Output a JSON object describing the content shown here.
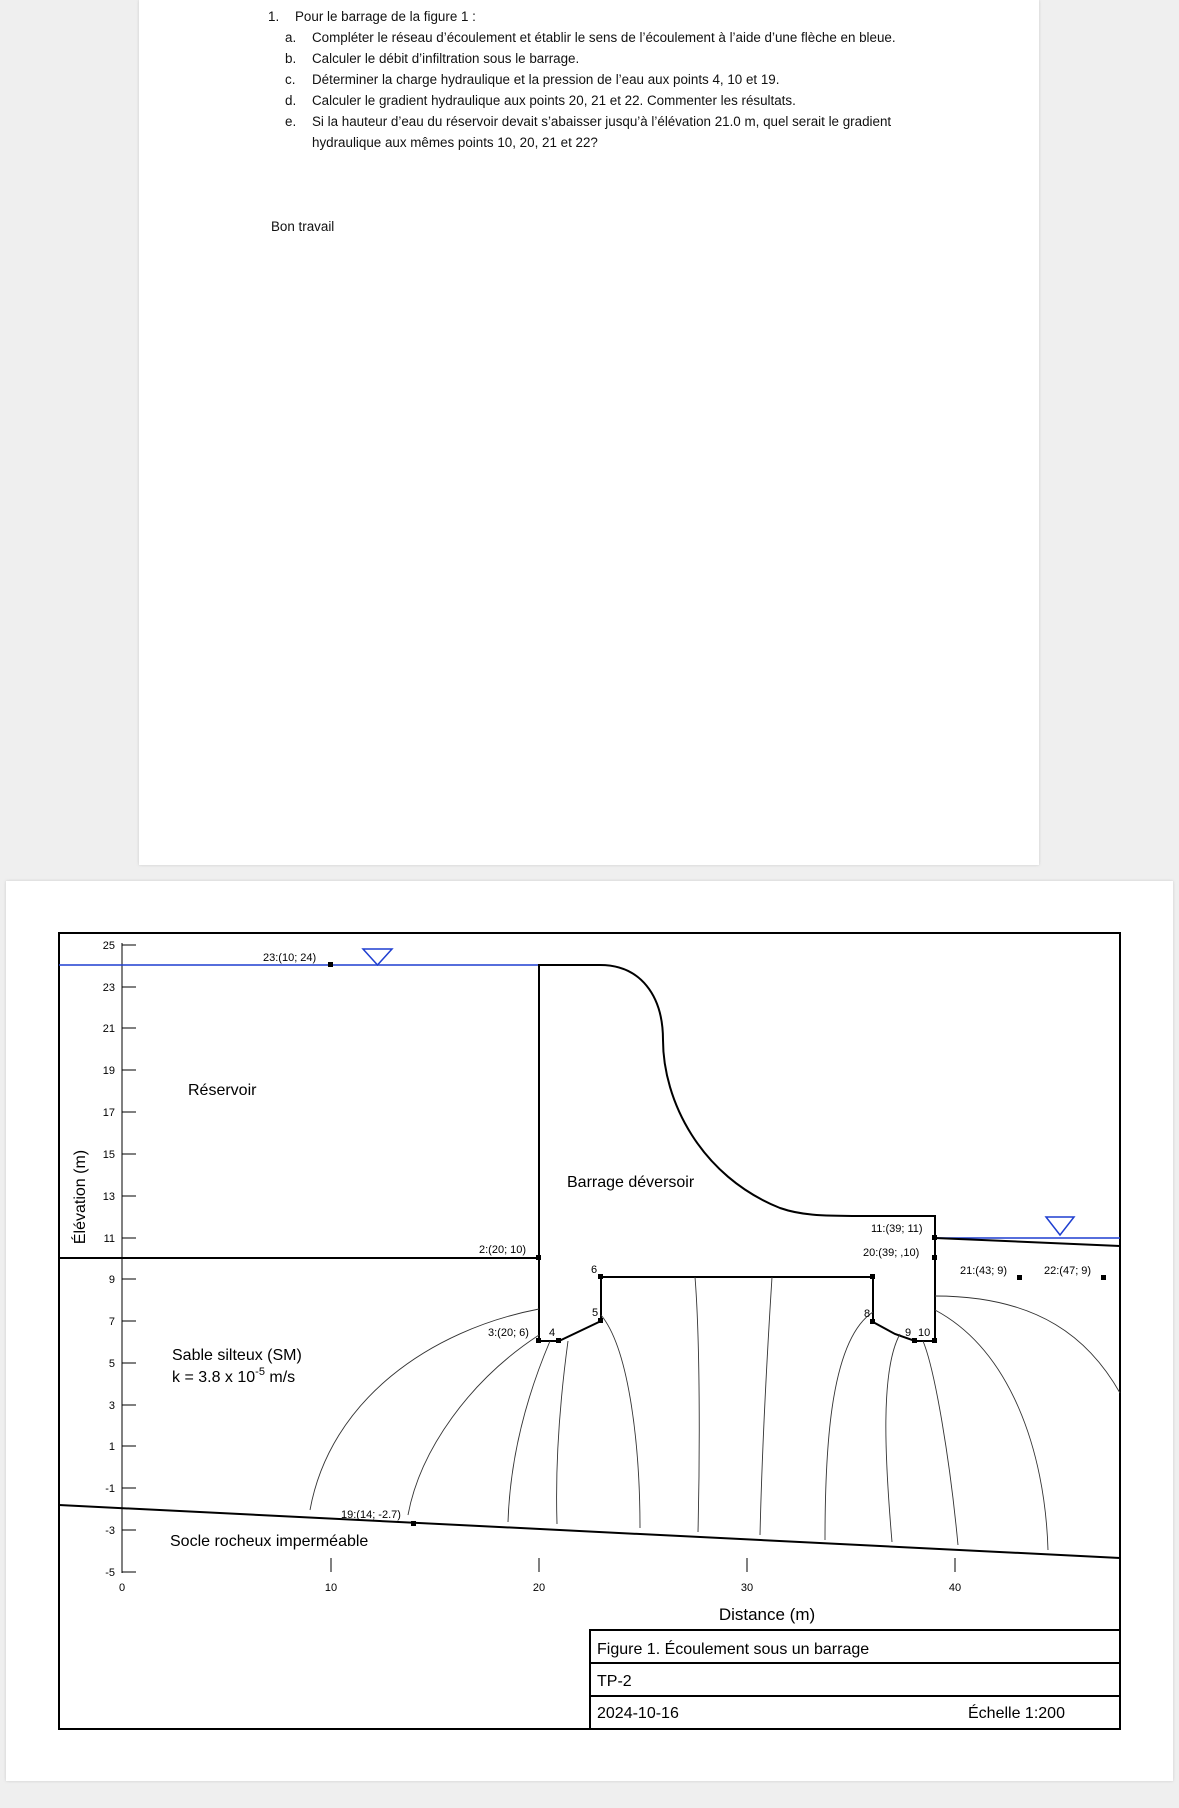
{
  "questions": {
    "main_number": "1.",
    "main_text": "Pour le barrage de la figure 1 :",
    "items": [
      {
        "letter": "a.",
        "text": "Compléter le réseau d’écoulement et établir le sens de l’écoulement à l’aide d’une flèche en bleue."
      },
      {
        "letter": "b.",
        "text": "Calculer le débit d’infiltration sous le barrage."
      },
      {
        "letter": "c.",
        "text": "Déterminer la charge hydraulique et la pression de l’eau aux points 4, 10 et 19."
      },
      {
        "letter": "d.",
        "text": "Calculer le gradient hydraulique aux points 20, 21 et 22. Commenter les résultats."
      },
      {
        "letter": "e.",
        "text": "Si la hauteur d’eau du réservoir devait s’abaisser jusqu’à l’élévation 21.0 m, quel serait le gradient hydraulique aux mêmes points 10, 20, 21 et 22?"
      }
    ],
    "closing": "Bon travail"
  },
  "figure": {
    "y_axis_label": "Élévation (m)",
    "x_axis_label": "Distance (m)",
    "y_ticks": [
      "25",
      "23",
      "21",
      "19",
      "17",
      "15",
      "13",
      "11",
      "9",
      "7",
      "5",
      "3",
      "1",
      "-1",
      "-3",
      "-5"
    ],
    "x_ticks": [
      "0",
      "10",
      "20",
      "30",
      "40"
    ],
    "regions": {
      "reservoir": "Réservoir",
      "dam": "Barrage déversoir",
      "soil_name": "Sable silteux (SM)",
      "permeability_prefix": "k = 3.8 x 10",
      "permeability_exp": "-5",
      "permeability_unit": " m/s",
      "bedrock": "Socle rocheux imperméable"
    },
    "points": {
      "p23": "23:(10; 24)",
      "p2": "2:(20; 10)",
      "p3": "3:(20; 6)",
      "p4": "4",
      "p5": "5",
      "p6": "6",
      "p8": "8",
      "p9": "9",
      "p10": "10",
      "p11": "11:(39; 11)",
      "p20": "20:(39; ,10)",
      "p21": "21:(43; 9)",
      "p22": "22:(47; 9)",
      "p19": "19:(14; -2.7)"
    },
    "title_block": {
      "title": "Figure 1. Écoulement sous un barrage",
      "project": "TP-2",
      "date": "2024-10-16",
      "scale": "Échelle  1:200"
    },
    "colors": {
      "water": "#1f3fd0",
      "line": "#000000"
    }
  }
}
